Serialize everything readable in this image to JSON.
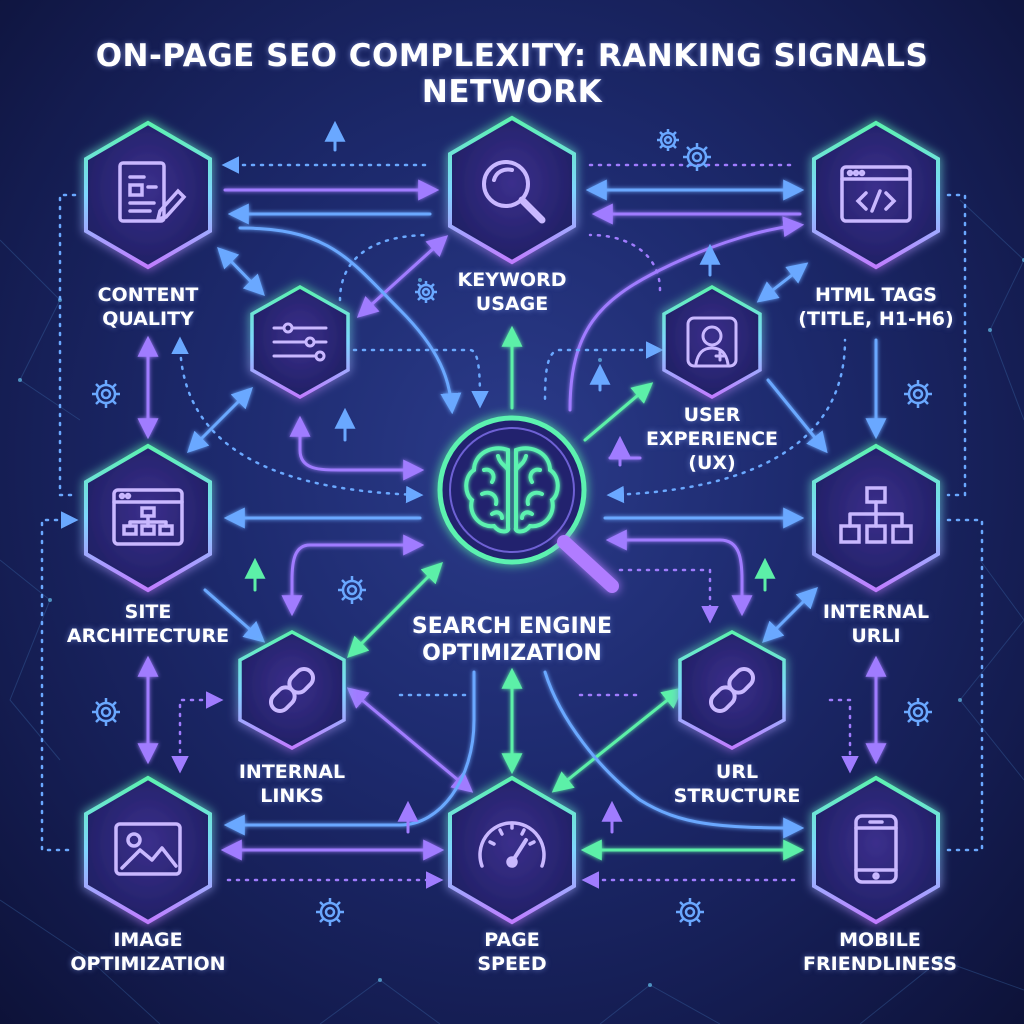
{
  "title": "ON-PAGE SEO COMPLEXITY: RANKING SIGNALS NETWORK",
  "colors": {
    "background": "#1d2a6e",
    "hex_fill": "#3a2f8a",
    "glow_green": "#5cf2b0",
    "glow_purple": "#b07cff",
    "glow_cyan": "#6fd6ff",
    "arrow_blue": "#6aa8ff",
    "arrow_purple": "#9b7cff",
    "arrow_green": "#5cf0a8"
  },
  "center": {
    "label_line1": "SEARCH ENGINE",
    "label_line2": "OPTIMIZATION",
    "icon": "brain-magnifier-icon"
  },
  "nodes": {
    "content_quality": {
      "line1": "CONTENT",
      "line2": "QUALITY",
      "icon": "document-edit-icon"
    },
    "keyword_usage": {
      "line1": "KEYWORD",
      "line2": "USAGE",
      "icon": "magnifier-icon"
    },
    "html_tags": {
      "line1": "HTML TAGS",
      "line2": "(TITLE, H1-H6)",
      "icon": "code-window-icon"
    },
    "filters": {
      "icon": "sliders-icon"
    },
    "user_experience": {
      "line1": "USER",
      "line2": "EXPERIENCE",
      "line3": "(UX)",
      "icon": "user-icon"
    },
    "site_architecture": {
      "line1": "SITE",
      "line2": "ARCHITECTURE",
      "icon": "sitemap-window-icon"
    },
    "internal_urli": {
      "line1": "INTERNAL",
      "line2": "URLI",
      "icon": "hierarchy-icon"
    },
    "internal_links": {
      "line1": "INTERNAL",
      "line2": "LINKS",
      "icon": "link-icon"
    },
    "url_structure": {
      "line1": "URL",
      "line2": "STRUCTURE",
      "icon": "link-icon"
    },
    "image_optimization": {
      "line1": "IMAGE",
      "line2": "OPTIMIZATION",
      "icon": "image-icon"
    },
    "page_speed": {
      "line1": "PAGE",
      "line2": "SPEED",
      "icon": "speedometer-icon"
    },
    "mobile_friendliness": {
      "line1": "MOBILE",
      "line2": "FRIENDLINESS",
      "icon": "smartphone-icon"
    }
  }
}
